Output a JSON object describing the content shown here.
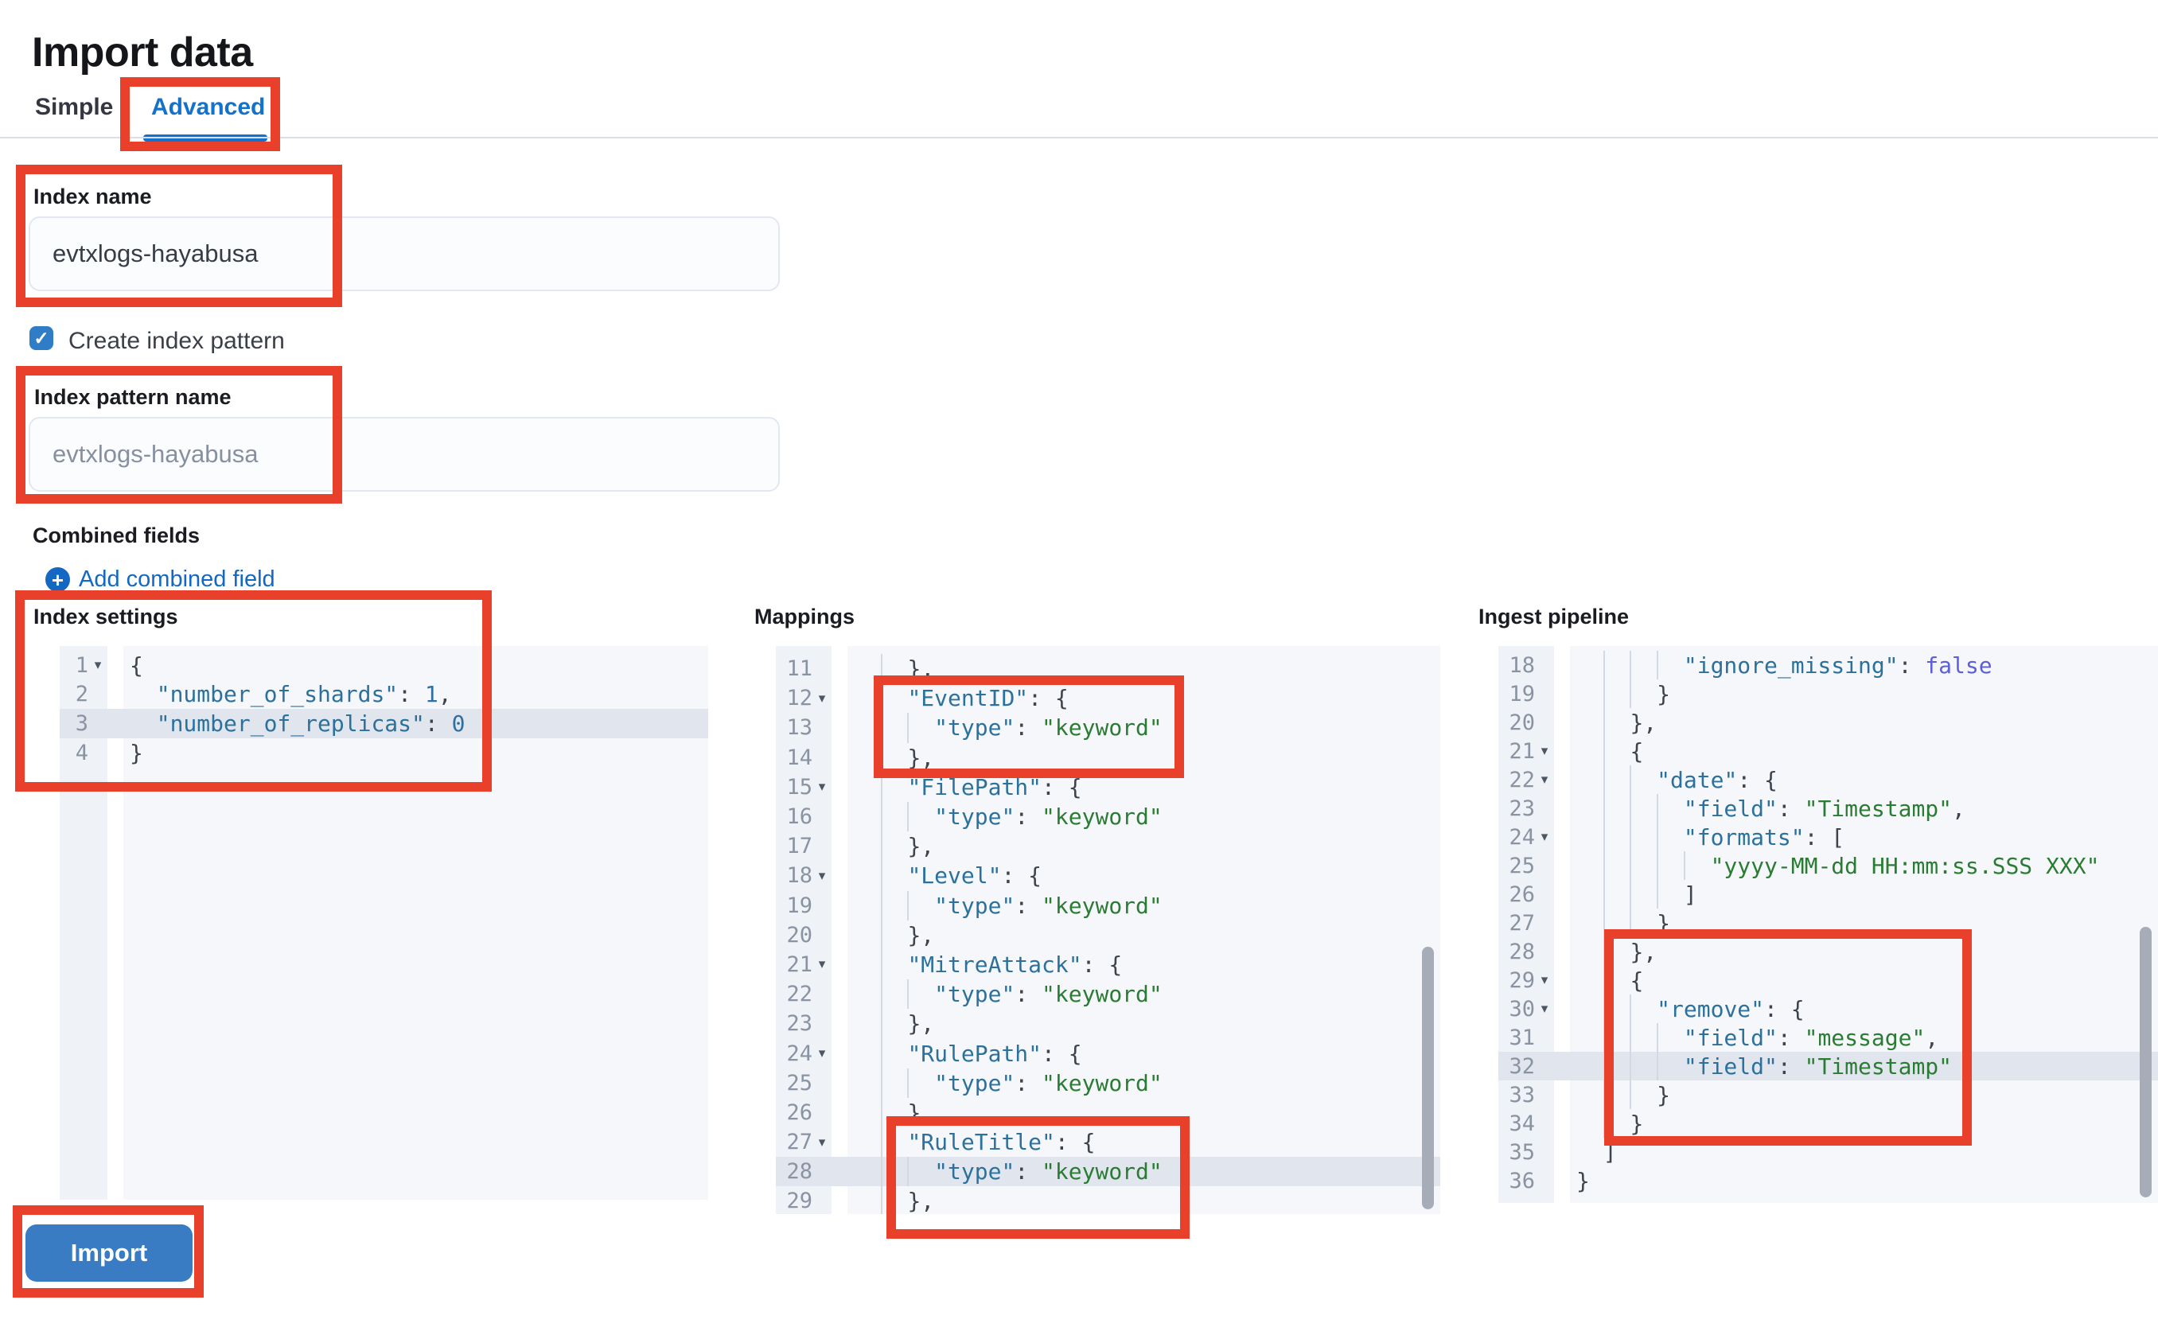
{
  "header": {
    "title": "Import data"
  },
  "tabs": [
    {
      "label": "Simple",
      "active": false
    },
    {
      "label": "Advanced",
      "active": true
    }
  ],
  "form": {
    "index_name": {
      "label": "Index name",
      "value": "evtxlogs-hayabusa"
    },
    "create_index_pattern": {
      "label": "Create index pattern",
      "checked": true
    },
    "index_pattern_name": {
      "label": "Index pattern name",
      "placeholder": "evtxlogs-hayabusa"
    },
    "combined_fields": {
      "label": "Combined fields",
      "add_label": "Add combined field"
    }
  },
  "actions": {
    "import": "Import"
  },
  "icons": {
    "check": "✓",
    "plus": "+",
    "fold": "▾"
  },
  "colors": {
    "annotation_red": "#e8402a",
    "tab_blue": "#1372cb",
    "link_blue": "#1268c3",
    "button_blue": "#3a7cc3",
    "checkbox_blue": "#2f7cc7",
    "code_key": "#2b719c",
    "code_string": "#2a7c33",
    "code_number": "#2e6fa3",
    "code_boolean": "#5d5fd9",
    "code_punctuation": "#3e434c"
  },
  "editors": [
    {
      "id": "index-settings",
      "label": "Index settings",
      "lines": [
        {
          "n": 1,
          "fold": true,
          "ind": 0,
          "toks": [
            [
              "{",
              "p"
            ]
          ]
        },
        {
          "n": 2,
          "ind": 2,
          "toks": [
            [
              "\"number_of_shards\"",
              "k"
            ],
            [
              ": ",
              "p"
            ],
            [
              "1",
              "n"
            ],
            [
              ",",
              "p"
            ]
          ]
        },
        {
          "n": 3,
          "ind": 2,
          "active": true,
          "toks": [
            [
              "\"number_of_replicas\"",
              "k"
            ],
            [
              ": ",
              "p"
            ],
            [
              "0",
              "n"
            ]
          ]
        },
        {
          "n": 4,
          "ind": 0,
          "toks": [
            [
              "}",
              "p"
            ]
          ]
        }
      ]
    },
    {
      "id": "mappings",
      "label": "Mappings",
      "lines": [
        {
          "n": 11,
          "ind": 4,
          "toks": [
            [
              "},",
              "p"
            ]
          ]
        },
        {
          "n": 12,
          "fold": true,
          "ind": 4,
          "toks": [
            [
              "\"EventID\"",
              "k"
            ],
            [
              ": ",
              "p"
            ],
            [
              "{",
              "p"
            ]
          ]
        },
        {
          "n": 13,
          "ind": 6,
          "toks": [
            [
              "\"type\"",
              "k"
            ],
            [
              ": ",
              "p"
            ],
            [
              "\"keyword\"",
              "s"
            ]
          ]
        },
        {
          "n": 14,
          "ind": 4,
          "toks": [
            [
              "},",
              "p"
            ]
          ]
        },
        {
          "n": 15,
          "fold": true,
          "ind": 4,
          "toks": [
            [
              "\"FilePath\"",
              "k"
            ],
            [
              ": ",
              "p"
            ],
            [
              "{",
              "p"
            ]
          ]
        },
        {
          "n": 16,
          "ind": 6,
          "toks": [
            [
              "\"type\"",
              "k"
            ],
            [
              ": ",
              "p"
            ],
            [
              "\"keyword\"",
              "s"
            ]
          ]
        },
        {
          "n": 17,
          "ind": 4,
          "toks": [
            [
              "},",
              "p"
            ]
          ]
        },
        {
          "n": 18,
          "fold": true,
          "ind": 4,
          "toks": [
            [
              "\"Level\"",
              "k"
            ],
            [
              ": ",
              "p"
            ],
            [
              "{",
              "p"
            ]
          ]
        },
        {
          "n": 19,
          "ind": 6,
          "toks": [
            [
              "\"type\"",
              "k"
            ],
            [
              ": ",
              "p"
            ],
            [
              "\"keyword\"",
              "s"
            ]
          ]
        },
        {
          "n": 20,
          "ind": 4,
          "toks": [
            [
              "},",
              "p"
            ]
          ]
        },
        {
          "n": 21,
          "fold": true,
          "ind": 4,
          "toks": [
            [
              "\"MitreAttack\"",
              "k"
            ],
            [
              ": ",
              "p"
            ],
            [
              "{",
              "p"
            ]
          ]
        },
        {
          "n": 22,
          "ind": 6,
          "toks": [
            [
              "\"type\"",
              "k"
            ],
            [
              ": ",
              "p"
            ],
            [
              "\"keyword\"",
              "s"
            ]
          ]
        },
        {
          "n": 23,
          "ind": 4,
          "toks": [
            [
              "},",
              "p"
            ]
          ]
        },
        {
          "n": 24,
          "fold": true,
          "ind": 4,
          "toks": [
            [
              "\"RulePath\"",
              "k"
            ],
            [
              ": ",
              "p"
            ],
            [
              "{",
              "p"
            ]
          ]
        },
        {
          "n": 25,
          "ind": 6,
          "toks": [
            [
              "\"type\"",
              "k"
            ],
            [
              ": ",
              "p"
            ],
            [
              "\"keyword\"",
              "s"
            ]
          ]
        },
        {
          "n": 26,
          "ind": 4,
          "toks": [
            [
              "},",
              "p"
            ]
          ]
        },
        {
          "n": 27,
          "fold": true,
          "ind": 4,
          "toks": [
            [
              "\"RuleTitle\"",
              "k"
            ],
            [
              ": ",
              "p"
            ],
            [
              "{",
              "p"
            ]
          ]
        },
        {
          "n": 28,
          "ind": 6,
          "active": true,
          "toks": [
            [
              "\"type\"",
              "k"
            ],
            [
              ": ",
              "p"
            ],
            [
              "\"keyword\"",
              "s"
            ]
          ]
        },
        {
          "n": 29,
          "ind": 4,
          "toks": [
            [
              "},",
              "p"
            ]
          ]
        }
      ]
    },
    {
      "id": "ingest-pipeline",
      "label": "Ingest pipeline",
      "lines": [
        {
          "n": 18,
          "ind": 8,
          "toks": [
            [
              "\"ignore_missing\"",
              "k"
            ],
            [
              ": ",
              "p"
            ],
            [
              "false",
              "b"
            ]
          ]
        },
        {
          "n": 19,
          "ind": 6,
          "toks": [
            [
              "}",
              "p"
            ]
          ]
        },
        {
          "n": 20,
          "ind": 4,
          "toks": [
            [
              "},",
              "p"
            ]
          ]
        },
        {
          "n": 21,
          "fold": true,
          "ind": 4,
          "toks": [
            [
              "{",
              "p"
            ]
          ]
        },
        {
          "n": 22,
          "fold": true,
          "ind": 6,
          "toks": [
            [
              "\"date\"",
              "k"
            ],
            [
              ": ",
              "p"
            ],
            [
              "{",
              "p"
            ]
          ]
        },
        {
          "n": 23,
          "ind": 8,
          "toks": [
            [
              "\"field\"",
              "k"
            ],
            [
              ": ",
              "p"
            ],
            [
              "\"Timestamp\"",
              "s"
            ],
            [
              ",",
              "p"
            ]
          ]
        },
        {
          "n": 24,
          "fold": true,
          "ind": 8,
          "toks": [
            [
              "\"formats\"",
              "k"
            ],
            [
              ": ",
              "p"
            ],
            [
              "[",
              "p"
            ]
          ]
        },
        {
          "n": 25,
          "ind": 10,
          "toks": [
            [
              "\"yyyy-MM-dd HH:mm:ss.SSS XXX\"",
              "s"
            ]
          ]
        },
        {
          "n": 26,
          "ind": 8,
          "toks": [
            [
              "]",
              "p"
            ]
          ]
        },
        {
          "n": 27,
          "ind": 6,
          "toks": [
            [
              "}",
              "p"
            ]
          ]
        },
        {
          "n": 28,
          "ind": 4,
          "toks": [
            [
              "},",
              "p"
            ]
          ]
        },
        {
          "n": 29,
          "fold": true,
          "ind": 4,
          "toks": [
            [
              "{",
              "p"
            ]
          ]
        },
        {
          "n": 30,
          "fold": true,
          "ind": 6,
          "toks": [
            [
              "\"remove\"",
              "k"
            ],
            [
              ": ",
              "p"
            ],
            [
              "{",
              "p"
            ]
          ]
        },
        {
          "n": 31,
          "ind": 8,
          "toks": [
            [
              "\"field\"",
              "k"
            ],
            [
              ": ",
              "p"
            ],
            [
              "\"message\"",
              "s"
            ],
            [
              ",",
              "p"
            ]
          ]
        },
        {
          "n": 32,
          "ind": 8,
          "active": true,
          "toks": [
            [
              "\"field\"",
              "k"
            ],
            [
              ": ",
              "p"
            ],
            [
              "\"Timestamp\"",
              "s"
            ]
          ]
        },
        {
          "n": 33,
          "ind": 6,
          "toks": [
            [
              "}",
              "p"
            ]
          ]
        },
        {
          "n": 34,
          "ind": 4,
          "toks": [
            [
              "}",
              "p"
            ]
          ]
        },
        {
          "n": 35,
          "ind": 2,
          "toks": [
            [
              "]",
              "p"
            ]
          ]
        },
        {
          "n": 36,
          "ind": 0,
          "toks": [
            [
              "}",
              "p"
            ]
          ]
        }
      ]
    }
  ]
}
